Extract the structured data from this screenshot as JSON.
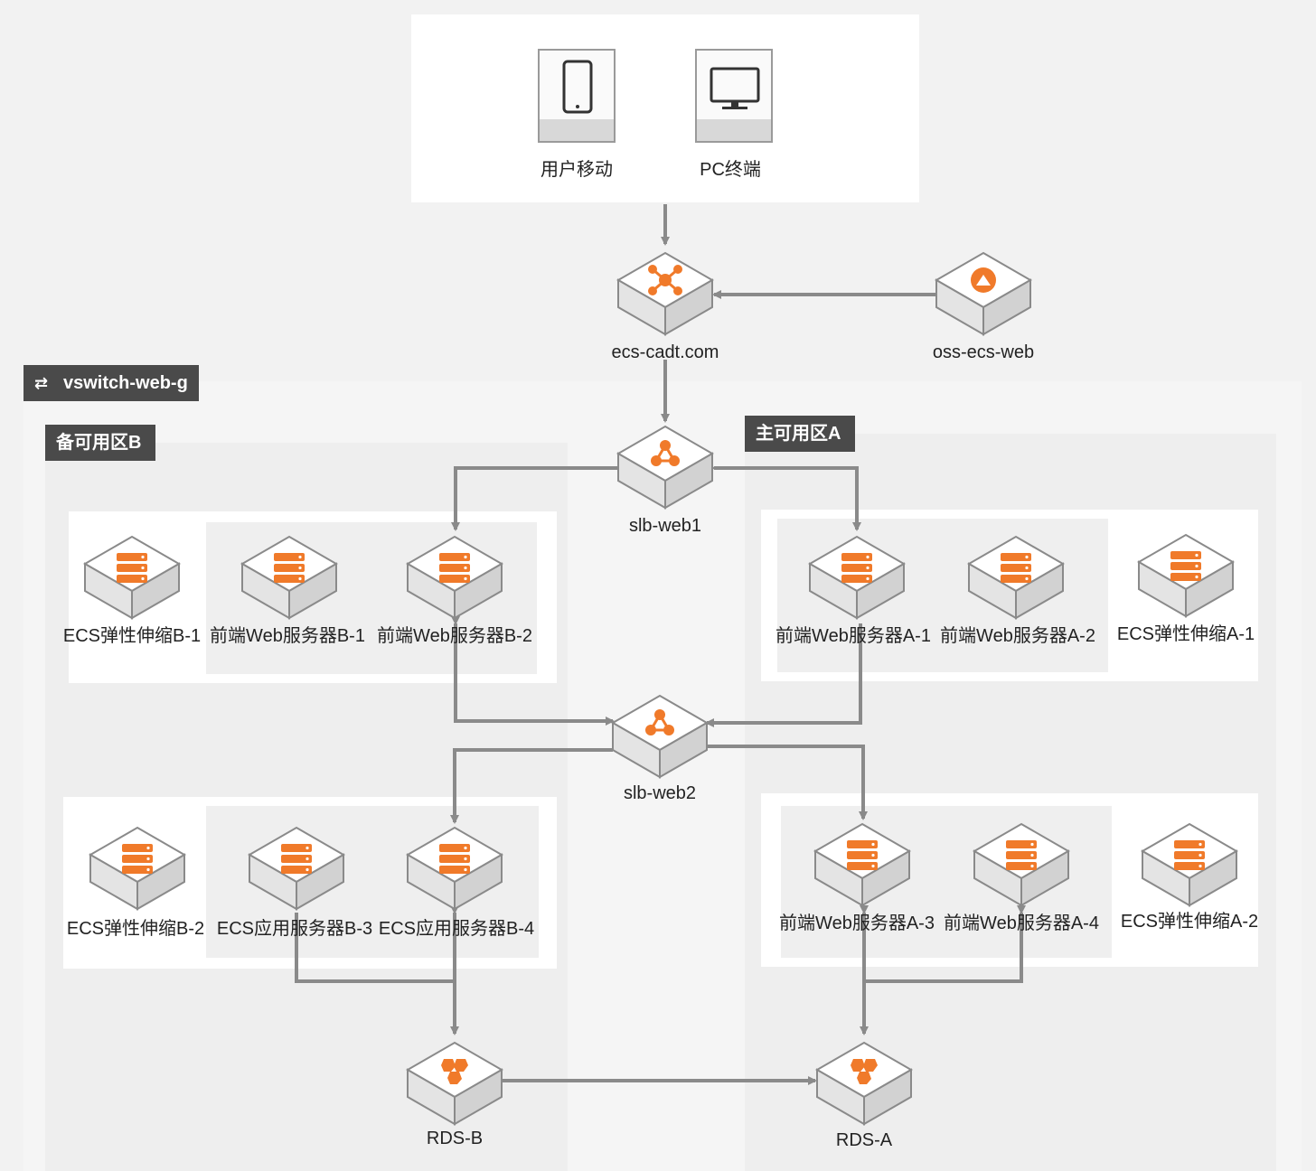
{
  "clients": {
    "mobile_label": "用户移动",
    "pc_label": "PC终端"
  },
  "vswitch": {
    "label": "vswitch-web-g",
    "icon": "switch-arrows-icon"
  },
  "zones": {
    "backup_label": "备可用区B",
    "primary_label": "主可用区A"
  },
  "nodes": {
    "dns": "ecs-cadt.com",
    "oss": "oss-ecs-web",
    "slb1": "slb-web1",
    "slb2": "slb-web2",
    "b_row1": [
      "ECS弹性伸缩B-1",
      "前端Web服务器B-1",
      "前端Web服务器B-2"
    ],
    "a_row1": [
      "前端Web服务器A-1",
      "前端Web服务器A-2",
      "ECS弹性伸缩A-1"
    ],
    "b_row2": [
      "ECS弹性伸缩B-2",
      "ECS应用服务器B-3",
      "ECS应用服务器B-4"
    ],
    "a_row2": [
      "前端Web服务器A-3",
      "前端Web服务器A-4",
      "ECS弹性伸缩A-2"
    ],
    "rds_b": "RDS-B",
    "rds_a": "RDS-A"
  },
  "colors": {
    "accent": "#f07a2a",
    "connector": "#8a8a8a",
    "tag_bg": "#4a4a4a"
  }
}
